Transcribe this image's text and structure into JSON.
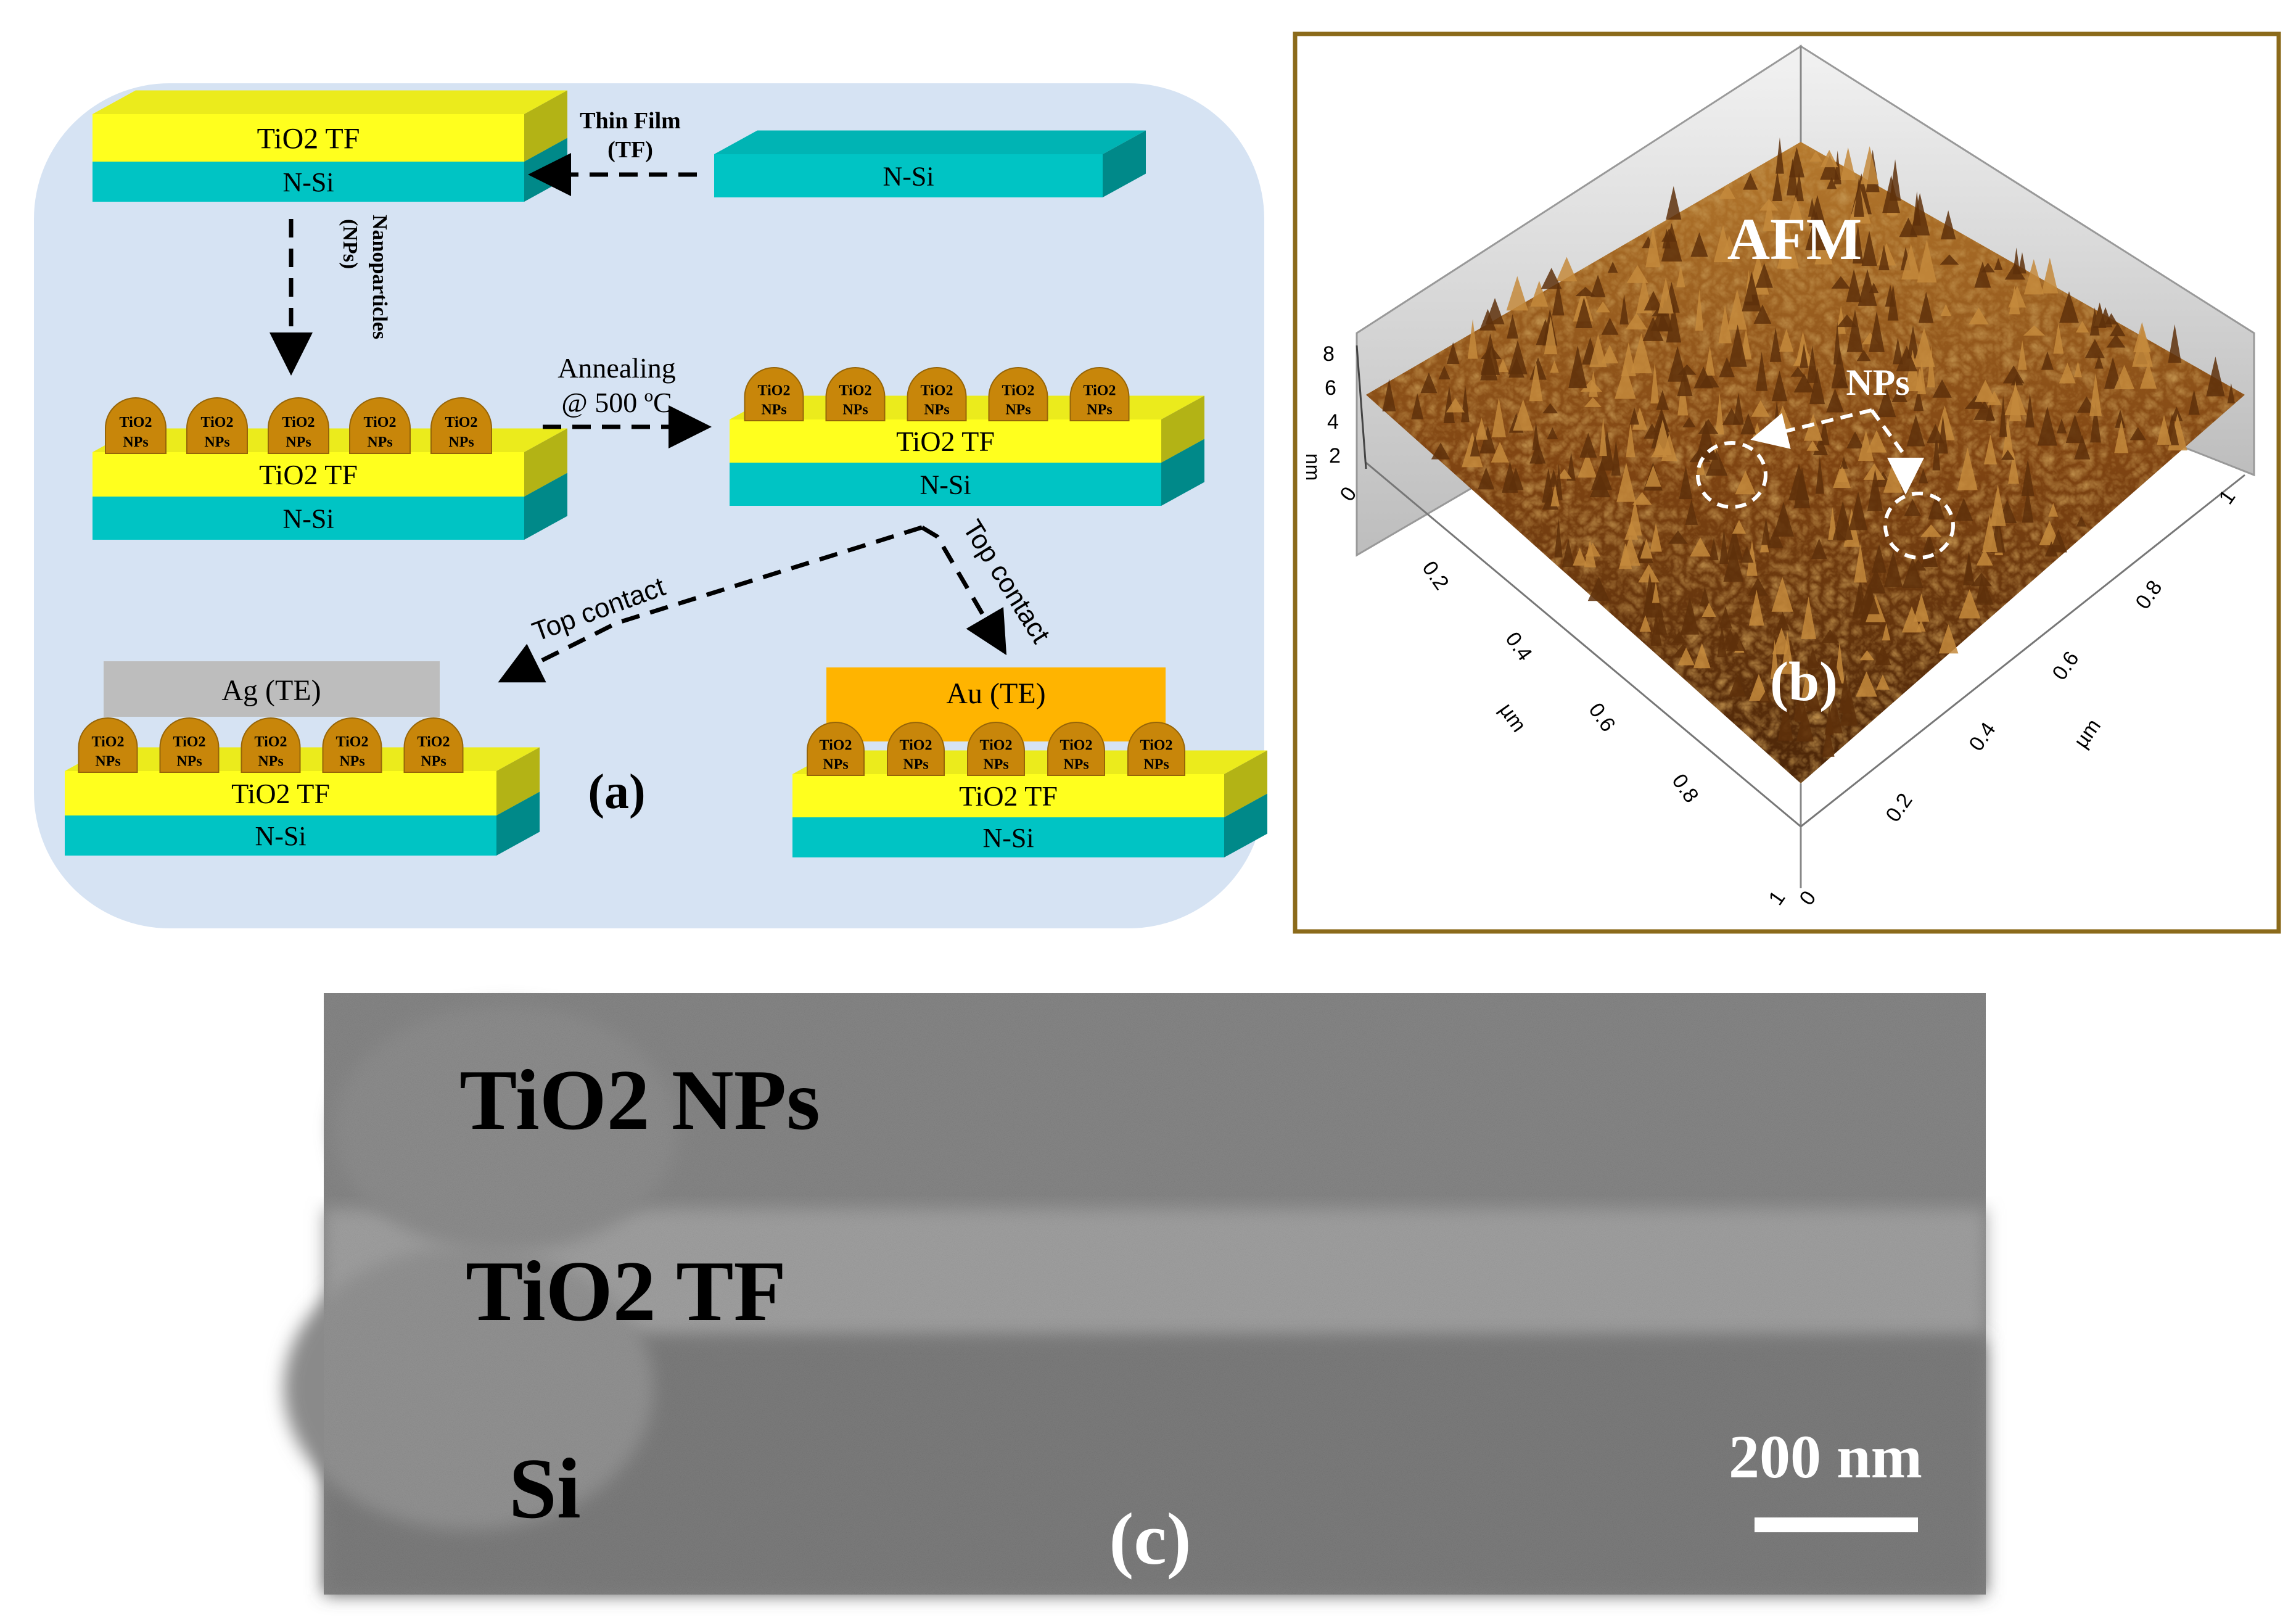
{
  "panel_a": {
    "tio2_tf": "TiO2 TF",
    "nsi": "N-Si",
    "thin_film_line1": "Thin Film",
    "thin_film_line2": "(TF)",
    "nanoparticles": "Nanoparticles",
    "nps_paren": "(NPs)",
    "np_line1": "TiO2",
    "np_line2": "NPs",
    "annealing_line1": "Annealing",
    "annealing_line2": "@ 500 ºC",
    "top_contact": "Top contact",
    "ag": "Ag  (TE)",
    "au": "Au  (TE)",
    "panel_label": "(a)",
    "colors": {
      "background": "#d6e3f3",
      "tio2_film": "#ffff1e",
      "nsi": "#00c4c4",
      "nanoparticle": "#c8860a",
      "ag": "#bdbdbd",
      "au": "#ffb400"
    }
  },
  "panel_b": {
    "title": "AFM",
    "nps_label": "NPs",
    "panel_label": "(b)",
    "z_ticks": [
      "8",
      "6",
      "4",
      "2",
      "0"
    ],
    "z_unit": "nm",
    "left_axis_ticks": [
      "0",
      "0.2",
      "0.4",
      "0.6",
      "0.8",
      "1"
    ],
    "left_axis_unit": "µm",
    "right_axis_ticks": [
      "0",
      "0.2",
      "0.4",
      "0.6",
      "0.8",
      "1"
    ],
    "right_axis_unit": "µm",
    "colors": {
      "frame": "#8b6a1a",
      "surface": "#8a4e12"
    }
  },
  "panel_c": {
    "nps_label": "TiO2 NPs",
    "tf_label": "TiO2 TF",
    "si_label": "Si",
    "scale_bar": "200 nm",
    "panel_label": "(c)"
  }
}
